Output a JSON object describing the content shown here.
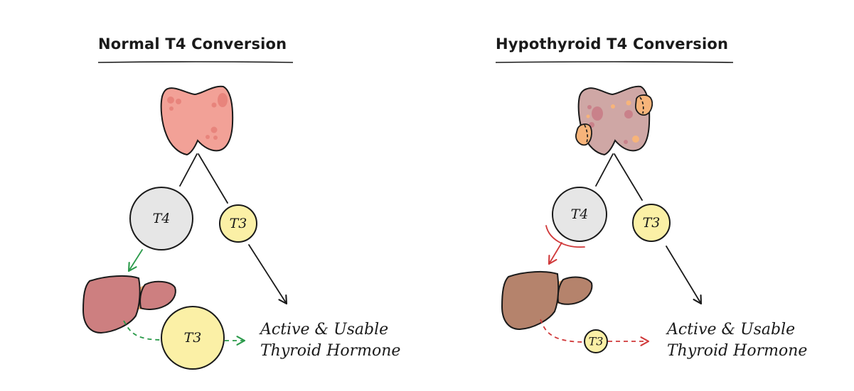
{
  "panels": {
    "normal": {
      "title": "Normal T4 Conversion",
      "t4_label": "T4",
      "t3_label": "T3",
      "liver_t3_label": "T3",
      "output_line1": "Active & Usable",
      "output_line2": "Thyroid Hormone"
    },
    "hypo": {
      "title": "Hypothyroid T4 Conversion",
      "t4_label": "T4",
      "t3_label": "T3",
      "liver_t3_label": "T3",
      "output_line1": "Active & Usable",
      "output_line2": "Thyroid Hormone"
    }
  },
  "colors": {
    "stroke": "#1a1a1a",
    "normal_thyroid": "#f2a197",
    "normal_thyroid_spots": "#e8847c",
    "hypo_thyroid": "#cfa7a5",
    "hypo_spots": "#c9818a",
    "hypo_nodules": "#f7b47a",
    "t4_circle": "#e6e6e6",
    "t3_circle": "#fbf0a6",
    "normal_liver": "#cd7f80",
    "hypo_liver": "#b5836c",
    "gallbladder": "#f4b27e",
    "green_arrow": "#2a9a4a",
    "red_arrow": "#d0393a"
  },
  "icons": [
    "thyroid-gland-icon",
    "liver-icon",
    "arrow-icon",
    "inhibition-icon"
  ]
}
